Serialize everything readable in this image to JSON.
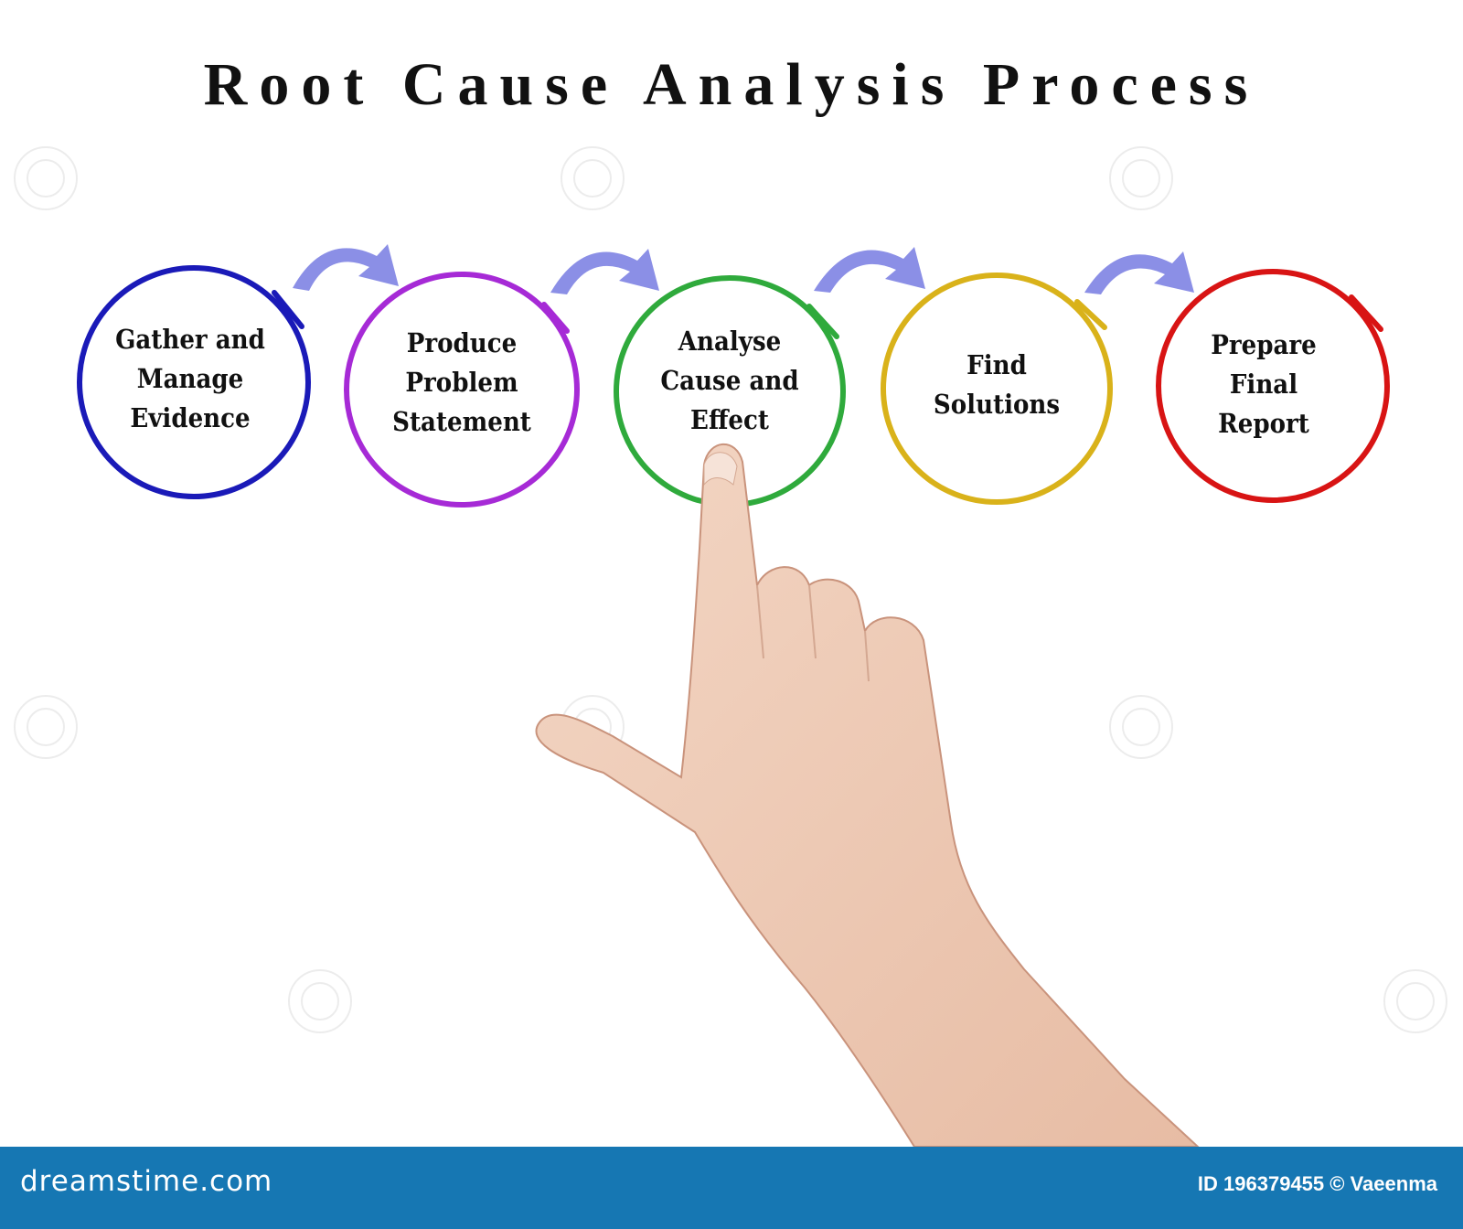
{
  "title": "Root Cause Analysis Process",
  "steps": [
    {
      "label_lines": [
        "Gather and",
        "Manage",
        "Evidence"
      ],
      "color": "#1a1ab8"
    },
    {
      "label_lines": [
        "Produce",
        "Problem",
        "Statement"
      ],
      "color": "#a62ad6"
    },
    {
      "label_lines": [
        "Analyse",
        "Cause and",
        "Effect"
      ],
      "color": "#2faa3c"
    },
    {
      "label_lines": [
        "Find",
        "Solutions"
      ],
      "color": "#d9b21a"
    },
    {
      "label_lines": [
        "Prepare",
        "Final",
        "Report"
      ],
      "color": "#d81414"
    }
  ],
  "connector_color": "#8b8fe6",
  "footer": {
    "brand": "dreamstime.com",
    "credit": "ID 196379455 © Vaeenma",
    "background": "#1677b3"
  }
}
